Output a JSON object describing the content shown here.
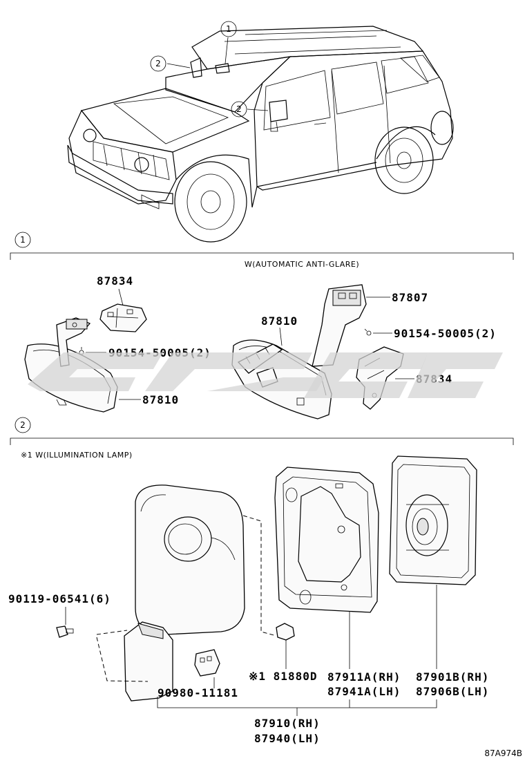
{
  "callouts": {
    "c1": "1",
    "c2": "2"
  },
  "section1": {
    "number": "1",
    "variant_label": "W(AUTOMATIC ANTI-GLARE)",
    "left": {
      "cover": "87834",
      "screw": "90154-50005(2)",
      "mirror": "87810"
    },
    "right": {
      "mirror": "87810",
      "cover": "87807",
      "screw": "90154-50005(2)",
      "bracket": "87834"
    }
  },
  "section2": {
    "number": "2",
    "note": "※1 W(ILLUMINATION LAMP)",
    "screw": "90119-06541(6)",
    "bulb": "※1 81880D",
    "connector": "90980-11181",
    "housing_rh": "87911A(RH)",
    "housing_lh": "87941A(LH)",
    "glass_rh": "87901B(RH)",
    "glass_lh": "87906B(LH)",
    "assembly_rh": "87910(RH)",
    "assembly_lh": "87940(LH)"
  },
  "figure_ref": "87A974B",
  "watermark": "GNC"
}
